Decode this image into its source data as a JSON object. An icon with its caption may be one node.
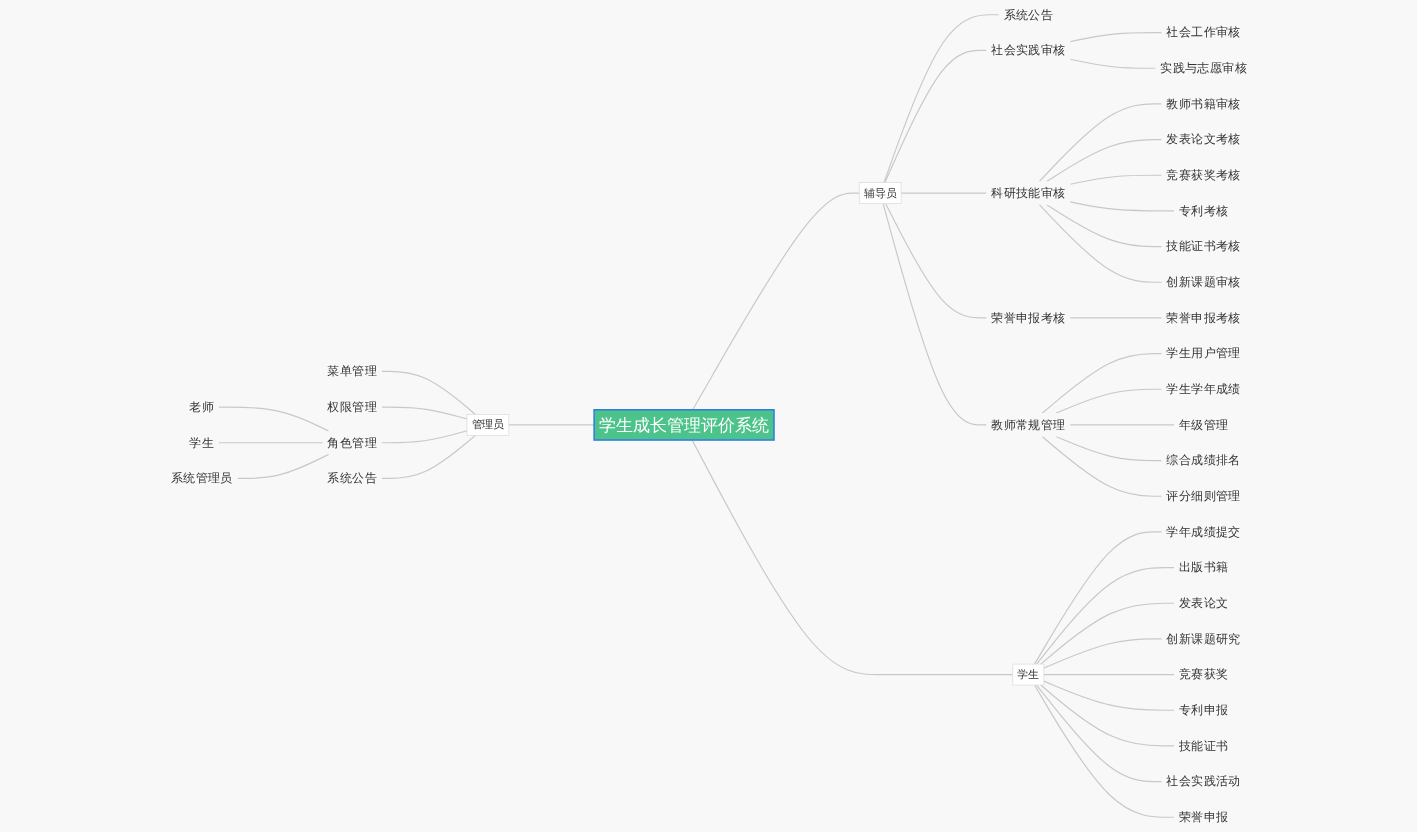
{
  "diagram": {
    "nodes": [
      {
        "text": [
          "学生成长管理评价系统"
        ]
      },
      {
        "text": [
          "管理员"
        ]
      },
      {
        "text": [
          "菜单管理"
        ]
      },
      {
        "text": [
          "权限管理"
        ]
      },
      {
        "text": [
          "角色管理"
        ]
      },
      {
        "text": [
          "老师"
        ]
      },
      {
        "text": [
          "学生"
        ]
      },
      {
        "text": [
          "系统管理员"
        ]
      },
      {
        "text": [
          "系统公告"
        ]
      },
      {
        "text": [
          "辅导员"
        ]
      },
      {
        "text": [
          "系统公告"
        ]
      },
      {
        "text": [
          "社会实践审核"
        ]
      },
      {
        "text": [
          "社会工作审核"
        ]
      },
      {
        "text": [
          "实践与志愿审核"
        ]
      },
      {
        "text": [
          "科研技能审核"
        ]
      },
      {
        "text": [
          "教师书籍审核"
        ]
      },
      {
        "text": [
          "发表论文考核"
        ]
      },
      {
        "text": [
          "竞赛获奖考核"
        ]
      },
      {
        "text": [
          "专利考核"
        ]
      },
      {
        "text": [
          "技能证书考核"
        ]
      },
      {
        "text": [
          "创新课题审核"
        ]
      },
      {
        "text": [
          "荣誉申报考核"
        ]
      },
      {
        "text": [
          "荣誉申报考核"
        ]
      },
      {
        "text": [
          "教师常规管理"
        ]
      },
      {
        "text": [
          "学生用户管理"
        ]
      },
      {
        "text": [
          "学生学年成绩"
        ]
      },
      {
        "text": [
          "年级管理"
        ]
      },
      {
        "text": [
          "综合成绩排名"
        ]
      },
      {
        "text": [
          "评分细则管理"
        ]
      },
      {
        "text": [
          "学生"
        ]
      },
      {
        "text": [
          "学年成绩提交"
        ]
      },
      {
        "text": [
          "出版书籍"
        ]
      },
      {
        "text": [
          "发表论文"
        ]
      },
      {
        "text": [
          "创新课题研究"
        ]
      },
      {
        "text": [
          "竞赛获奖"
        ]
      },
      {
        "text": [
          "专利申报"
        ]
      },
      {
        "text": [
          "技能证书"
        ]
      },
      {
        "text": [
          "社会实践活动"
        ]
      },
      {
        "text": [
          "荣誉申报"
        ]
      }
    ],
    "edges": [
      {
        "from": 0,
        "to": 1,
        "arrow": "none"
      },
      {
        "from": 1,
        "to": 2,
        "arrow": "none"
      },
      {
        "from": 1,
        "to": 3,
        "arrow": "none"
      },
      {
        "from": 1,
        "to": 4,
        "arrow": "none"
      },
      {
        "from": 4,
        "to": 5,
        "arrow": "none"
      },
      {
        "from": 4,
        "to": 6,
        "arrow": "none"
      },
      {
        "from": 4,
        "to": 7,
        "arrow": "none"
      },
      {
        "from": 1,
        "to": 8,
        "arrow": "none"
      },
      {
        "from": 0,
        "to": 9,
        "arrow": "none"
      },
      {
        "from": 9,
        "to": 10,
        "arrow": "none"
      },
      {
        "from": 9,
        "to": 11,
        "arrow": "none"
      },
      {
        "from": 11,
        "to": 12,
        "arrow": "none"
      },
      {
        "from": 11,
        "to": 13,
        "arrow": "none"
      },
      {
        "from": 9,
        "to": 14,
        "arrow": "none"
      },
      {
        "from": 14,
        "to": 15,
        "arrow": "none"
      },
      {
        "from": 14,
        "to": 16,
        "arrow": "none"
      },
      {
        "from": 14,
        "to": 17,
        "arrow": "none"
      },
      {
        "from": 14,
        "to": 18,
        "arrow": "none"
      },
      {
        "from": 14,
        "to": 19,
        "arrow": "none"
      },
      {
        "from": 14,
        "to": 20,
        "arrow": "none"
      },
      {
        "from": 9,
        "to": 21,
        "arrow": "none"
      },
      {
        "from": 21,
        "to": 22,
        "arrow": "none"
      },
      {
        "from": 9,
        "to": 23,
        "arrow": "none"
      },
      {
        "from": 23,
        "to": 24,
        "arrow": "none"
      },
      {
        "from": 23,
        "to": 25,
        "arrow": "none"
      },
      {
        "from": 23,
        "to": 26,
        "arrow": "none"
      },
      {
        "from": 23,
        "to": 27,
        "arrow": "none"
      },
      {
        "from": 23,
        "to": 28,
        "arrow": "none"
      },
      {
        "from": 0,
        "to": 29,
        "arrow": "none"
      },
      {
        "from": 29,
        "to": 30,
        "arrow": "none"
      },
      {
        "from": 29,
        "to": 31,
        "arrow": "none"
      },
      {
        "from": 29,
        "to": 32,
        "arrow": "none"
      },
      {
        "from": 29,
        "to": 33,
        "arrow": "none"
      },
      {
        "from": 29,
        "to": 34,
        "arrow": "none"
      },
      {
        "from": 29,
        "to": 35,
        "arrow": "none"
      },
      {
        "from": 29,
        "to": 36,
        "arrow": "none"
      },
      {
        "from": 29,
        "to": 37,
        "arrow": "none"
      },
      {
        "from": 29,
        "to": 38,
        "arrow": "none"
      }
    ]
  }
}
